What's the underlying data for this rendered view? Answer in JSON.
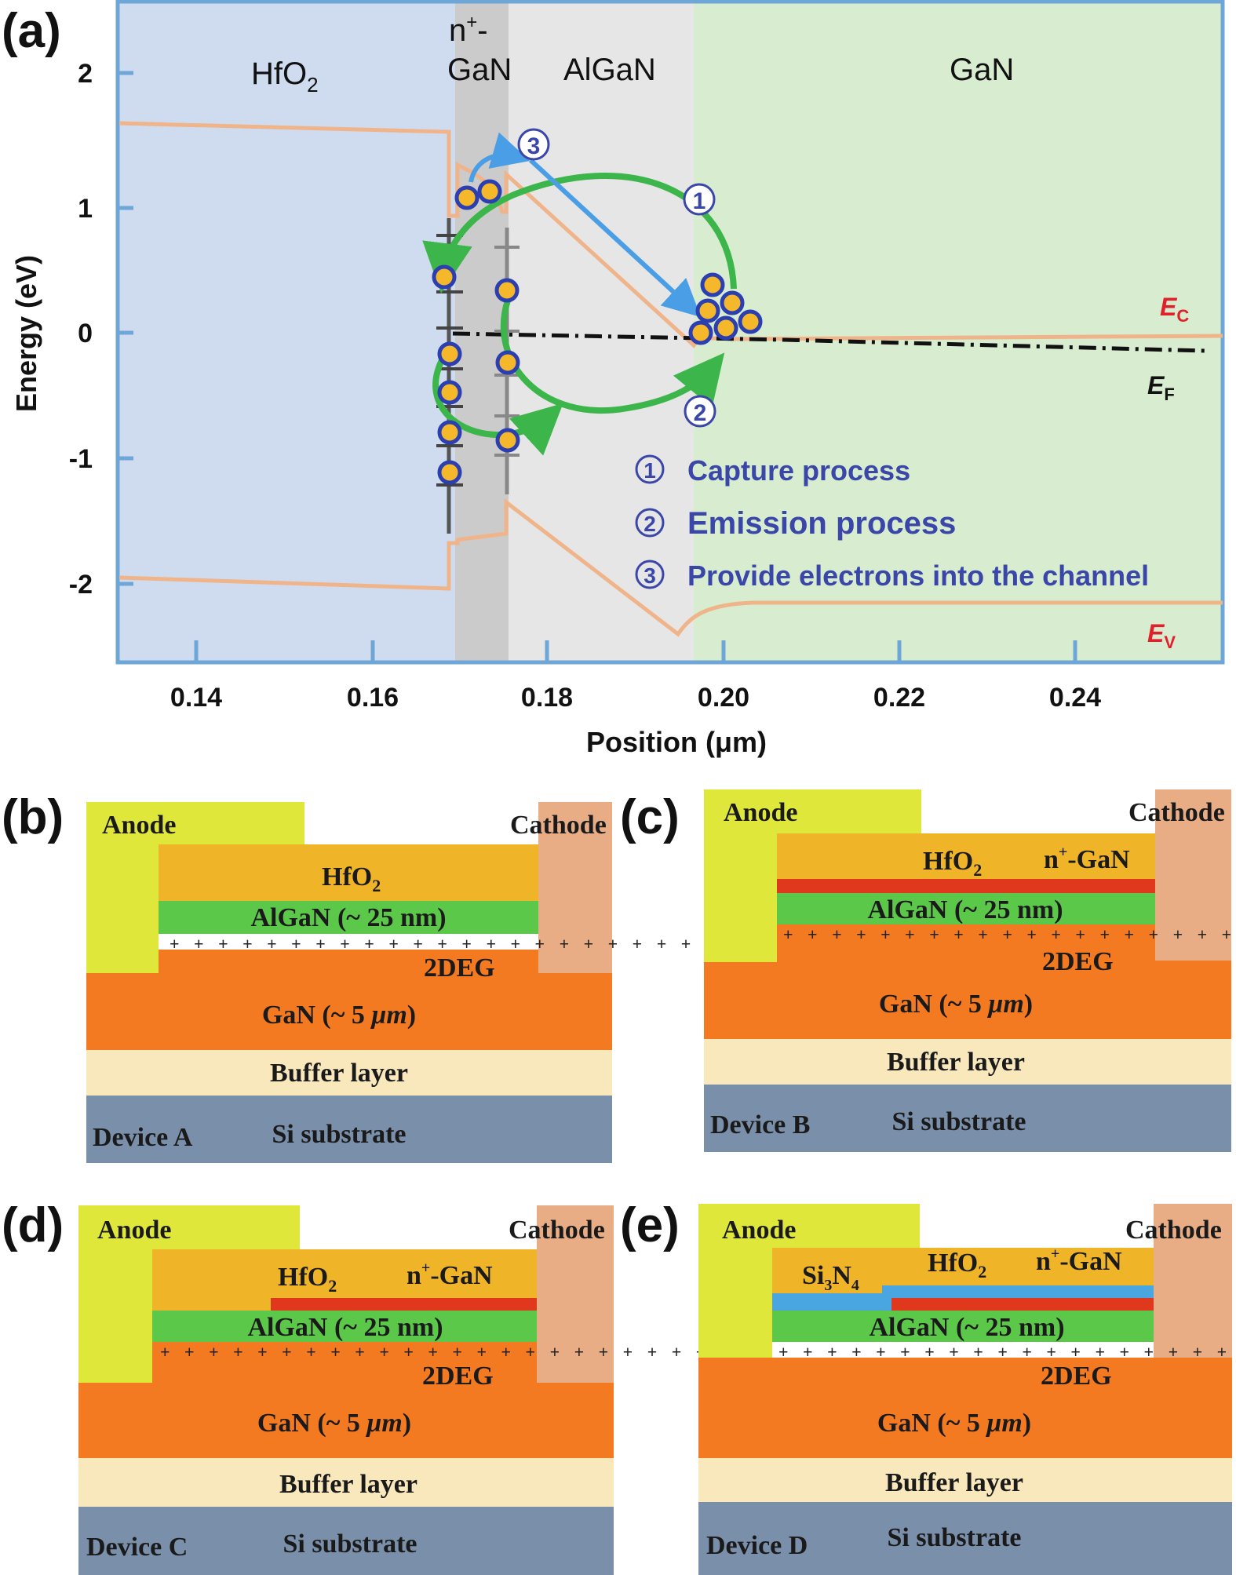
{
  "panel_a": {
    "letter": "(a)",
    "y_axis_title": "Energy (eV)",
    "x_axis_title": "Position (μm)",
    "x_ticks": [
      "0.14",
      "0.16",
      "0.18",
      "0.20",
      "0.22",
      "0.24"
    ],
    "y_ticks": [
      "2",
      "1",
      "0",
      "-1",
      "-2"
    ],
    "region_hfo2": "HfO",
    "region_hfo2_sub": "2",
    "region_ngan_sup": "+",
    "region_ngan_line1a": "n",
    "region_ngan_line1b": "-",
    "region_ngan_line2": "GaN",
    "region_algan": "AlGaN",
    "region_gan": "GaN",
    "ec_main": "E",
    "ec_sub": "C",
    "ef_main": "E",
    "ef_sub": "F",
    "ev_main": "E",
    "ev_sub": "V",
    "marker_1": "1",
    "marker_2": "2",
    "marker_3": "3",
    "legend": [
      {
        "num": "1",
        "text": "Capture process"
      },
      {
        "num": "2",
        "text": "Emission process"
      },
      {
        "num": "3",
        "text": "Provide electrons into the channel"
      }
    ],
    "colors": {
      "hfo2_bg": "#cfdcf0",
      "ngan_bg": "#cbcbcb",
      "algan_bg": "#e6e6e6",
      "gan_bg": "#d8ecd0",
      "frame": "#6fa6d8",
      "band": "#f0b48a",
      "fermi": "#111111",
      "capture_arrow": "#3cb64a",
      "provide_arrow": "#4a9ee6",
      "electron_fill": "#f4b82a",
      "electron_ring": "#2b3fb0",
      "label_red": "#e0202a",
      "legend_blue": "#3a46a8"
    }
  },
  "panel_b": {
    "letter": "(b)",
    "anode": "Anode",
    "cathode": "Cathode",
    "hfo2": "HfO",
    "hfo2_sub": "2",
    "algan": "AlGaN (~ 25 nm)",
    "twodeg": "2DEG",
    "gan": "GaN (~ 5 ",
    "gan_mu": "μm",
    "gan_end": ")",
    "buffer": "Buffer layer",
    "device": "Device A",
    "substrate": "Si substrate"
  },
  "panel_c": {
    "letter": "(c)",
    "anode": "Anode",
    "cathode": "Cathode",
    "hfo2": "HfO",
    "hfo2_sub": "2",
    "ngan": "n",
    "ngan_sup": "+",
    "ngan_end": "-GaN",
    "algan": "AlGaN (~ 25 nm)",
    "twodeg": "2DEG",
    "gan": "GaN (~ 5 ",
    "gan_mu": "μm",
    "gan_end": ")",
    "buffer": "Buffer layer",
    "device": "Device B",
    "substrate": "Si substrate"
  },
  "panel_d": {
    "letter": "(d)",
    "anode": "Anode",
    "cathode": "Cathode",
    "hfo2": "HfO",
    "hfo2_sub": "2",
    "ngan": "n",
    "ngan_sup": "+",
    "ngan_end": "-GaN",
    "algan": "AlGaN (~ 25 nm)",
    "twodeg": "2DEG",
    "gan": "GaN (~ 5 ",
    "gan_mu": "μm",
    "gan_end": ")",
    "buffer": "Buffer layer",
    "device": "Device C",
    "substrate": "Si substrate"
  },
  "panel_e": {
    "letter": "(e)",
    "anode": "Anode",
    "cathode": "Cathode",
    "si3n4_a": "Si",
    "si3n4_b": "3",
    "si3n4_c": "N",
    "si3n4_d": "4",
    "hfo2": "HfO",
    "hfo2_sub": "2",
    "ngan": "n",
    "ngan_sup": "+",
    "ngan_end": "-GaN",
    "algan": "AlGaN (~ 25 nm)",
    "twodeg": "2DEG",
    "gan": "GaN (~ 5 ",
    "gan_mu": "μm",
    "gan_end": ")",
    "buffer": "Buffer layer",
    "device": "Device D",
    "substrate": "Si substrate"
  },
  "device_colors": {
    "anode": "#dfe83a",
    "cathode": "#e8ad85",
    "hfo2": "#f0b429",
    "ngan": "#e0381c",
    "si3n4": "#4aa6e0",
    "algan": "#5cc84a",
    "gan": "#f47a22",
    "buffer": "#f8e8bc",
    "substrate": "#7a8faa",
    "plus": "#222222"
  }
}
